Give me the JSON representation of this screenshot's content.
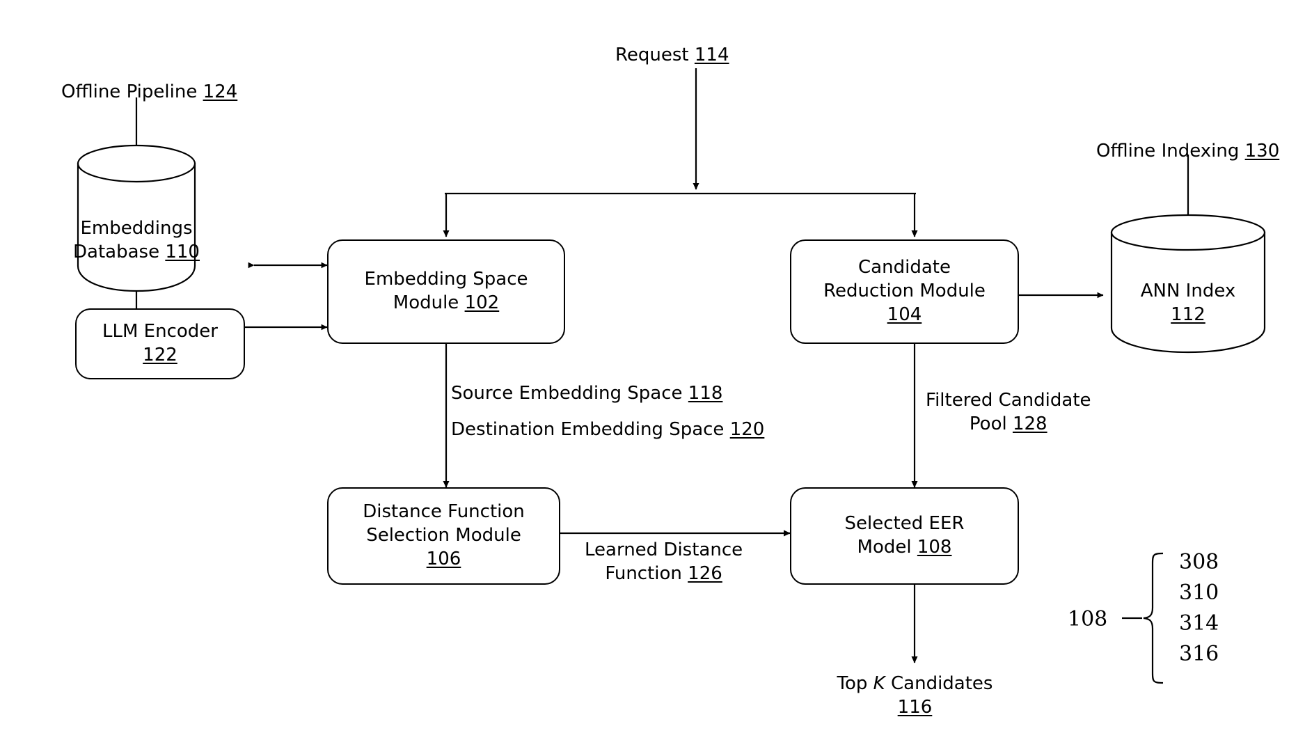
{
  "figure": {
    "type": "patent-block-diagram",
    "title": "Embedding-based candidate retrieval system"
  },
  "nodes": {
    "embeddings_database": {
      "line1": "Embeddings",
      "line2": "Database ",
      "ref": "110",
      "shape": "cylinder"
    },
    "llm_encoder": {
      "line1": "LLM Encoder",
      "line2": "",
      "ref": "122",
      "shape": "rounded-rect"
    },
    "embedding_space_module": {
      "line1": "Embedding Space",
      "line2": "Module ",
      "ref": "102",
      "shape": "rounded-rect"
    },
    "candidate_reduction_module": {
      "line1": "Candidate",
      "line2": "Reduction Module",
      "ref": "104",
      "shape": "rounded-rect"
    },
    "ann_index": {
      "line1": "ANN Index",
      "line2": "",
      "ref": "112",
      "shape": "cylinder"
    },
    "distance_function_module": {
      "line1": "Distance Function",
      "line2": "Selection Module",
      "ref": "106",
      "shape": "rounded-rect"
    },
    "selected_eer_model": {
      "line1": "Selected EER",
      "line2": "Model ",
      "ref": "108",
      "shape": "rounded-rect"
    }
  },
  "labels": {
    "offline_pipeline": {
      "text": "Offline Pipeline ",
      "ref": "124"
    },
    "offline_indexing": {
      "text": "Offline Indexing ",
      "ref": "130"
    },
    "request": {
      "text": "Request ",
      "ref": "114"
    },
    "source_embedding_space": {
      "text": "Source Embedding Space ",
      "ref": "118"
    },
    "destination_embedding_space": {
      "text": "Destination Embedding Space ",
      "ref": "120"
    },
    "filtered_candidate_pool": {
      "line1": "Filtered Candidate",
      "line2": "Pool ",
      "ref": "128"
    },
    "learned_distance_function": {
      "line1": "Learned Distance",
      "line2": "Function ",
      "ref": "126"
    },
    "top_k_candidates": {
      "pre": "Top ",
      "ital": "K",
      "post": " Candidates",
      "ref": "116"
    }
  },
  "bracket_group": {
    "label": "108",
    "items": [
      "308",
      "310",
      "314",
      "316"
    ]
  },
  "colors": {
    "stroke": "#000000",
    "background": "#ffffff",
    "text": "#000000"
  }
}
